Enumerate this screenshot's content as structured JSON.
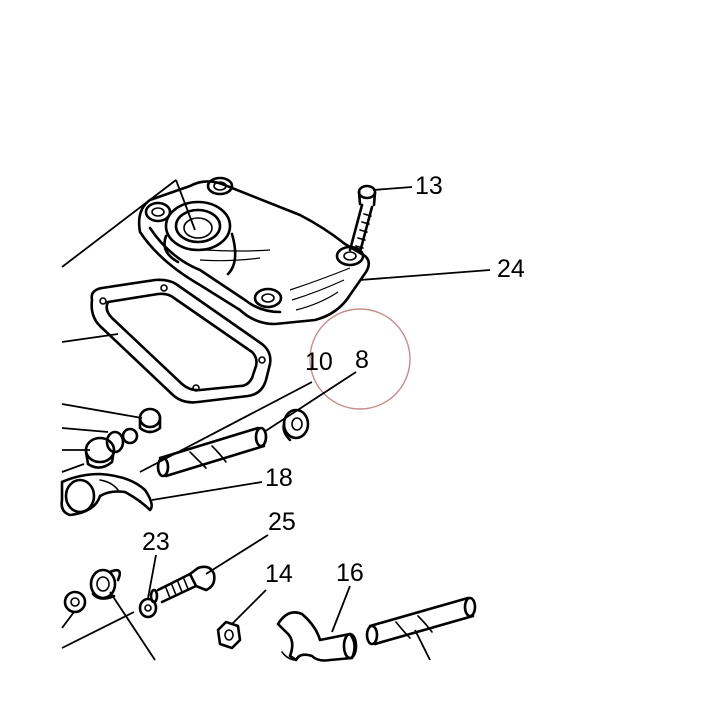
{
  "diagram": {
    "callouts": {
      "c13": "13",
      "c24": "24",
      "c10": "10",
      "c8": "8",
      "c18": "18",
      "c23": "23",
      "c25": "25",
      "c14": "14",
      "c16": "16"
    },
    "colors": {
      "line": "#000000",
      "highlight_circle": "#c98a8a",
      "background": "#ffffff"
    }
  }
}
